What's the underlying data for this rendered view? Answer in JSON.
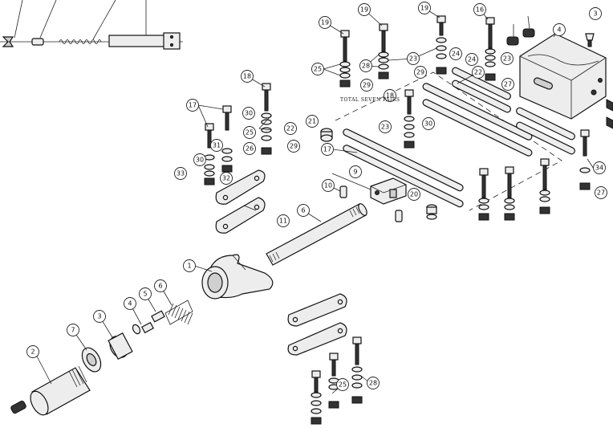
{
  "note": "TOTAL SEVEN PAIRS",
  "callouts": [
    {
      "label": "19"
    },
    {
      "label": "19"
    },
    {
      "label": "19"
    },
    {
      "label": "16"
    },
    {
      "label": "3"
    },
    {
      "label": "4"
    },
    {
      "label": "25"
    },
    {
      "label": "28"
    },
    {
      "label": "29"
    },
    {
      "label": "23"
    },
    {
      "label": "24"
    },
    {
      "label": "29"
    },
    {
      "label": "24"
    },
    {
      "label": "23"
    },
    {
      "label": "27"
    },
    {
      "label": "22"
    },
    {
      "label": "18"
    },
    {
      "label": "17"
    },
    {
      "label": "30"
    },
    {
      "label": "31"
    },
    {
      "label": "30"
    },
    {
      "label": "33"
    },
    {
      "label": "32"
    },
    {
      "label": "25"
    },
    {
      "label": "26"
    },
    {
      "label": "22"
    },
    {
      "label": "29"
    },
    {
      "label": "21"
    },
    {
      "label": "17"
    },
    {
      "label": "18"
    },
    {
      "label": "23"
    },
    {
      "label": "30"
    },
    {
      "label": "9"
    },
    {
      "label": "10"
    },
    {
      "label": "20"
    },
    {
      "label": "11"
    },
    {
      "label": "6"
    },
    {
      "label": "1"
    },
    {
      "label": "6"
    },
    {
      "label": "5"
    },
    {
      "label": "4"
    },
    {
      "label": "3"
    },
    {
      "label": "7"
    },
    {
      "label": "2"
    },
    {
      "label": "34"
    },
    {
      "label": "27"
    },
    {
      "label": "25"
    },
    {
      "label": "28"
    }
  ]
}
